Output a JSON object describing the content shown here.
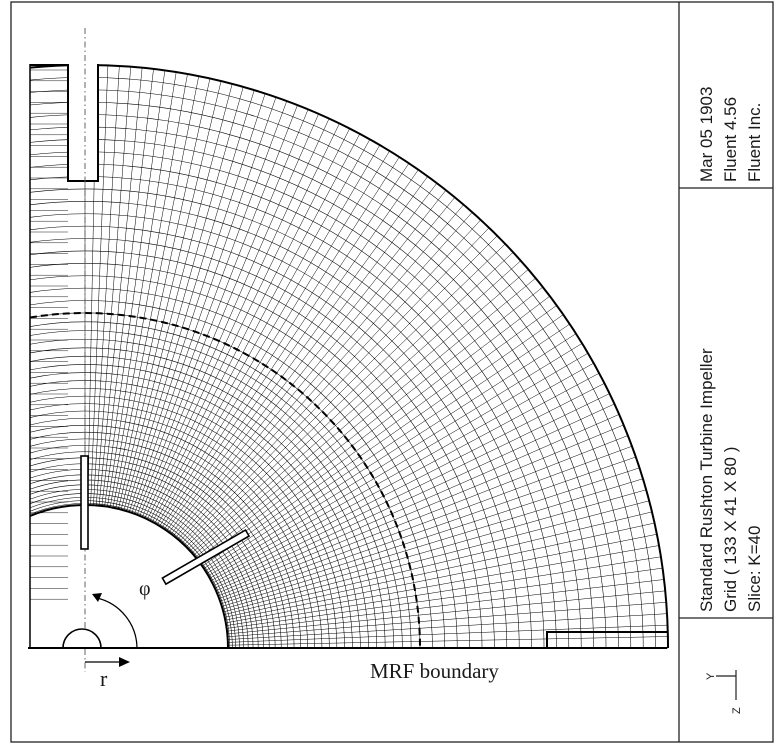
{
  "header_panel": {
    "date": "Mar 05 1903",
    "software": "Fluent 4.56",
    "company": "Fluent Inc."
  },
  "info_panel": {
    "title": "Standard Rushton Turbine Impeller",
    "grid": "Grid ( 133 X 41 X 80 )",
    "slice": "Slice: K=40"
  },
  "axis_triad": {
    "y_label": "Y",
    "z_label": "Z"
  },
  "diagram": {
    "phi_label": "φ",
    "r_label": "r",
    "mrf_label": "MRF boundary"
  }
}
